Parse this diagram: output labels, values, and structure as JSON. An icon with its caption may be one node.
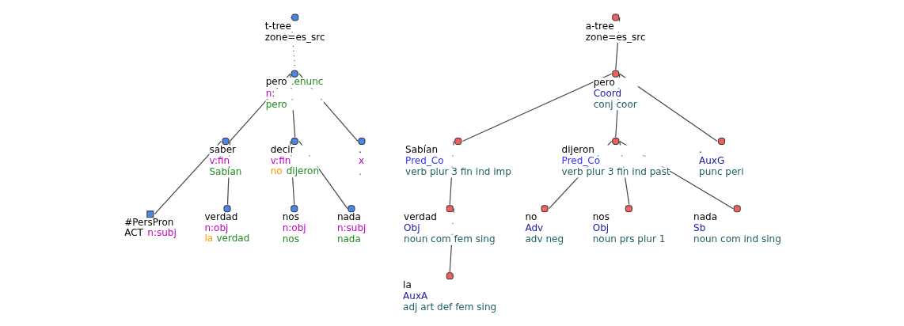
{
  "diagram": {
    "nodes": [
      {
        "text": [
          "t-tree",
          "zone=es_src"
        ]
      },
      {
        "text": [
          "pero",
          ".enunc",
          "n:",
          "pero"
        ]
      },
      {
        "text": [
          "saber",
          "v:fin",
          "Sabían"
        ]
      },
      {
        "text": [
          "decir",
          "v:fin",
          "no",
          "dijeron"
        ]
      },
      {
        "text": [
          ".",
          "x",
          "."
        ]
      },
      {
        "text": [
          "#PersPron",
          "ACT",
          "n:subj"
        ]
      },
      {
        "text": [
          "verdad",
          "n:obj",
          "la",
          "verdad"
        ]
      },
      {
        "text": [
          "nos",
          "n:obj",
          "nos"
        ]
      },
      {
        "text": [
          "nada",
          "n:subj",
          "nada"
        ]
      },
      {
        "text": [
          "a-tree",
          "zone=es_src"
        ]
      },
      {
        "text": [
          "pero",
          "Coord",
          "conj coor"
        ]
      },
      {
        "text": [
          "Sabían",
          "Pred_Co",
          "verb plur 3 fin ind imp"
        ]
      },
      {
        "text": [
          "dijeron",
          "Pred_Co",
          "verb plur 3 fin ind past"
        ]
      },
      {
        "text": [
          ".",
          "AuxG",
          "punc peri"
        ]
      },
      {
        "text": [
          "verdad",
          "Obj",
          "noun com fem sing"
        ]
      },
      {
        "text": [
          "no",
          "Adv",
          "adv neg"
        ]
      },
      {
        "text": [
          "nos",
          "Obj",
          "noun prs plur 1"
        ]
      },
      {
        "text": [
          "nada",
          "Sb",
          "noun com ind sing"
        ]
      },
      {
        "text": [
          "la",
          "AuxA",
          "adj art def fem sing"
        ]
      }
    ],
    "edges": [
      {
        "from": 0,
        "to": 1,
        "arrow": "none",
        "style": "dashed"
      },
      {
        "from": 1,
        "to": 2,
        "arrow": "none"
      },
      {
        "from": 1,
        "to": 3,
        "arrow": "none"
      },
      {
        "from": 1,
        "to": 4,
        "arrow": "none"
      },
      {
        "from": 2,
        "to": 5,
        "arrow": "none"
      },
      {
        "from": 2,
        "to": 6,
        "arrow": "none"
      },
      {
        "from": 3,
        "to": 7,
        "arrow": "none"
      },
      {
        "from": 3,
        "to": 8,
        "arrow": "none"
      },
      {
        "from": 9,
        "to": 10,
        "arrow": "none"
      },
      {
        "from": 10,
        "to": 11,
        "arrow": "none"
      },
      {
        "from": 10,
        "to": 12,
        "arrow": "none"
      },
      {
        "from": 10,
        "to": 13,
        "arrow": "none"
      },
      {
        "from": 11,
        "to": 14,
        "arrow": "none"
      },
      {
        "from": 14,
        "to": 18,
        "arrow": "none"
      },
      {
        "from": 12,
        "to": 15,
        "arrow": "none"
      },
      {
        "from": 12,
        "to": 16,
        "arrow": "none"
      },
      {
        "from": 12,
        "to": 17,
        "arrow": "none"
      }
    ]
  }
}
